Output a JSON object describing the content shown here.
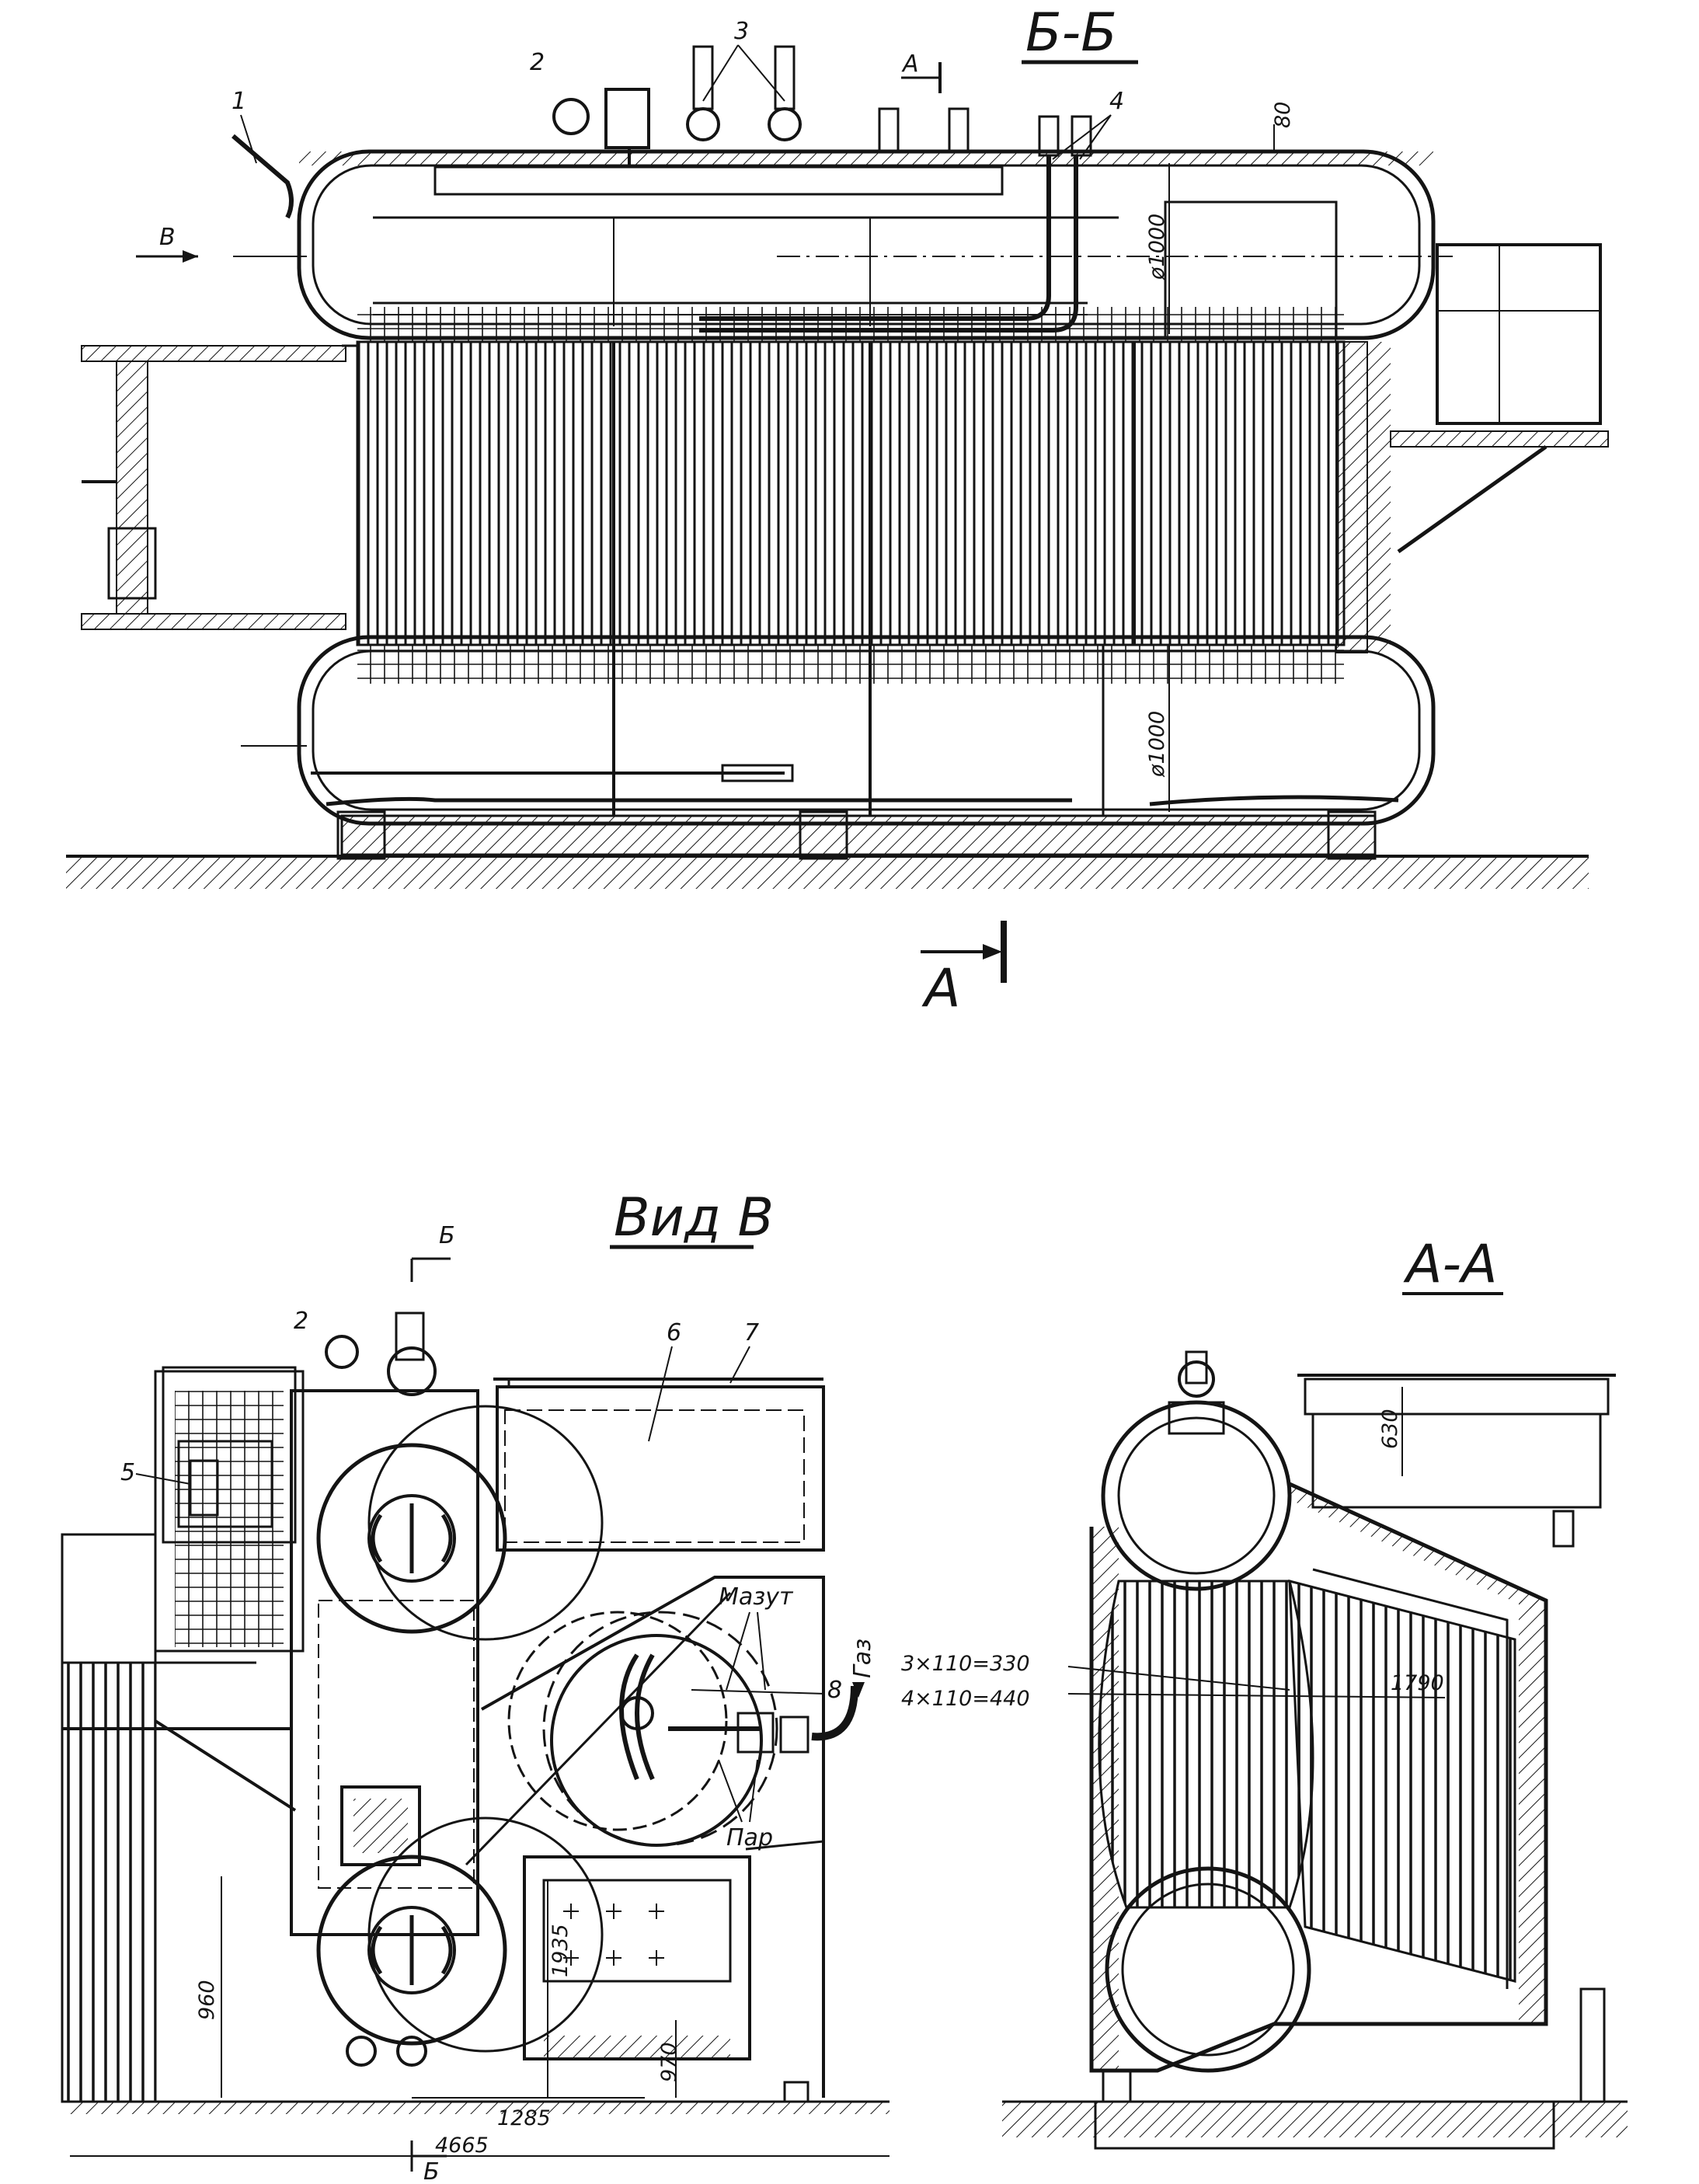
{
  "sections": {
    "bb_title": "Б-Б",
    "view_title": "Вид В",
    "aa_title": "А-А"
  },
  "callouts": {
    "n1": "1",
    "n2": "2",
    "n3": "3",
    "n4": "4",
    "n5": "5",
    "n6": "6",
    "n7": "7",
    "n8": "8"
  },
  "section_marks": {
    "a_top": "А",
    "a_bottom": "А",
    "b_arrow": "В",
    "b_view_top": "Б",
    "b_view_bottom": "Б"
  },
  "fuel_labels": {
    "mazut": "Мазут",
    "gas": "Газ",
    "steam": "Пар"
  },
  "dimensions": {
    "d80": "80",
    "d1000_top": "ø1000",
    "d1000_bottom": "ø1000",
    "d960": "960",
    "d1935": "1935",
    "d970": "970",
    "d1285": "1285",
    "d4665": "4665",
    "d630": "630",
    "pitch_a": "3×110=330",
    "pitch_b": "4×110=440",
    "d1790": "1790"
  },
  "colors": {
    "ink": "#141414",
    "paper": "#ffffff"
  }
}
